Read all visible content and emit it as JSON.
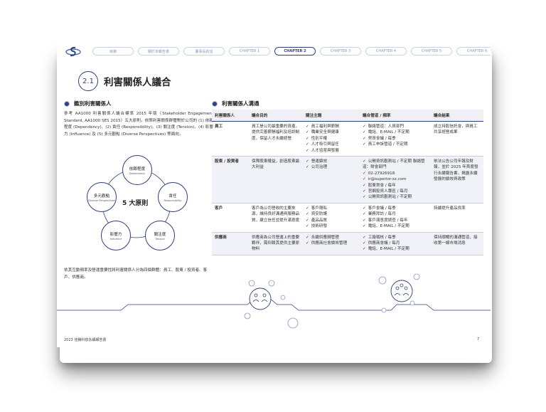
{
  "nav": {
    "tabs": [
      "目錄",
      "關於本報告書",
      "董事長的話",
      "CHAPTER 1",
      "CHAPTER 2",
      "CHAPTER 3",
      "CHAPTER 4",
      "CHAPTER 5",
      "CHAPTER 6"
    ],
    "active_index": 4
  },
  "heading": {
    "number": "2.1",
    "title": "利害關係人議合"
  },
  "left": {
    "section_title": "鑑別利害關係人",
    "paragraph": "參考 AA1000 利害關係人議合標準 2015 年版（Stakeholder Engagement Standard, AA1000 SES 2015）五大原則，依照利害關係群體對於公司的 (1) 依賴程度 (Dependency)、(2) 責任 (Responsibility)、(3) 關注度 (Tension)、(4) 影響力 (Influence) 及 (5) 多元觀點 (Diverse Perspectives) 等面向，",
    "diagram": {
      "center": "5 大原則",
      "nodes": [
        {
          "zh": "依賴程度",
          "en": "Dependency"
        },
        {
          "zh": "責任",
          "en": "Responsibility"
        },
        {
          "zh": "關注度",
          "en": "Tension"
        },
        {
          "zh": "影響力",
          "en": "Influence"
        },
        {
          "zh": "多元觀點",
          "en": "Diverse Perspectives"
        }
      ]
    },
    "footer_text": "依其互動頻率及營運重要性將利害關係人分為四個群體：員工、股東 / 投資者、客戶、供應商。"
  },
  "right": {
    "section_title": "利害關係人溝通",
    "headers": [
      "利害關係人",
      "議合目的",
      "關注主題",
      "議合管道 / 頻率",
      "議合結果"
    ],
    "rows": [
      {
        "group": "員工",
        "purpose": "員工是公司最重要的資產，提供完善薪酬福利及培訓制度，保留人才永續經營",
        "topics": [
          "員工福利與薪酬",
          "職業安全與健康",
          "性別平權",
          "人才吸引與留任",
          "人才培育與發展"
        ],
        "channels": [
          "聯絡管道：人資部門",
          "電話、E-MAIL / 不定期",
          "勞資會議 / 每季",
          "員工申訴管道 / 不定期"
        ],
        "result": "成立持股信託會，與員工共享經營成果"
      },
      {
        "group": "股東 / 投資者",
        "purpose": "保障股東權益，創造股東最大利益",
        "topics": [
          "營運績效",
          "公司治理"
        ],
        "channels": [
          "公開資訊觀測站 / 不定期 聯絡管道：財會部門",
          "02-27926918",
          "ir@superior-sz.com",
          "股東常會 / 每年",
          "官網投資人專區 / 每月",
          "公開資訊觀測站 / 不定期"
        ],
        "result": "依法公告公司年報及財報，並於 2025 年首度發行永續報告書，揭露永續發展的績效與政策"
      },
      {
        "group": "客戶",
        "purpose": "客戶為公司營收的主要來源，維持良好溝通與服務品質，建立信任並提升滿意度",
        "topics": [
          "客戶隱私",
          "資安防護",
          "產品品質",
          "技術研發"
        ],
        "channels": [
          "客戶會議 / 每季",
          "業務拜訪 / 每月",
          "客戶滿意度調查 / 每年",
          "電話、E-MAIL / 不定期"
        ],
        "result": "持續提升產品良率"
      },
      {
        "group": "供應商",
        "purpose": "供應商為公司營運上的重要夥伴，需仰賴其提供主要原物料",
        "topics": [
          "永續供應鏈管理",
          "供應商社會績效管理"
        ],
        "channels": [
          "工廠稽核 / 每季",
          "供應商會議 / 每月",
          "電話、E-MAIL / 不定期"
        ],
        "result": "保持順暢的溝通管道，接收第一線市場消息"
      }
    ]
  },
  "footer": {
    "left": "2023 佳騰科技永續報告書",
    "page": "7"
  },
  "colors": {
    "accent": "#2f3f7a",
    "line": "#c8cfdf",
    "shade": "#f0f2f7"
  }
}
